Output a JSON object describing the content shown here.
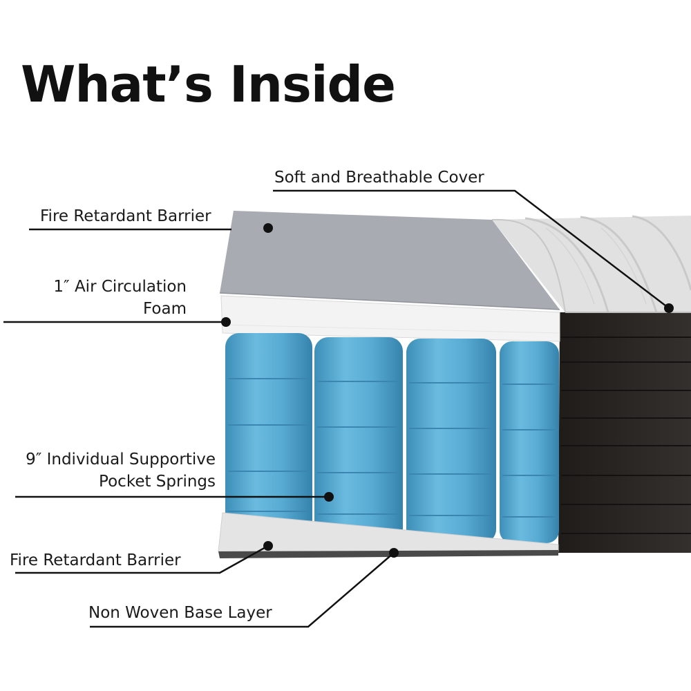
{
  "title": "What’s Inside",
  "colors": {
    "background": "#ffffff",
    "text": "#111111",
    "spring_blue": "#4fa3c9",
    "barrier_gray": "#a9adb3",
    "foam_white": "#f2f2f2",
    "side_panel": "#2a2624",
    "cover_quilt": "#e3e3e3"
  },
  "layers": {
    "cover": "Soft and Breathable Cover",
    "fire_top": "Fire Retardant Barrier",
    "foam_line1": "1″ Air Circulation",
    "foam_line2": "Foam",
    "springs_line1": "9″ Individual Supportive",
    "springs_line2": "Pocket Springs",
    "fire_bottom": "Fire Retardant Barrier",
    "base": "Non Woven Base Layer"
  }
}
